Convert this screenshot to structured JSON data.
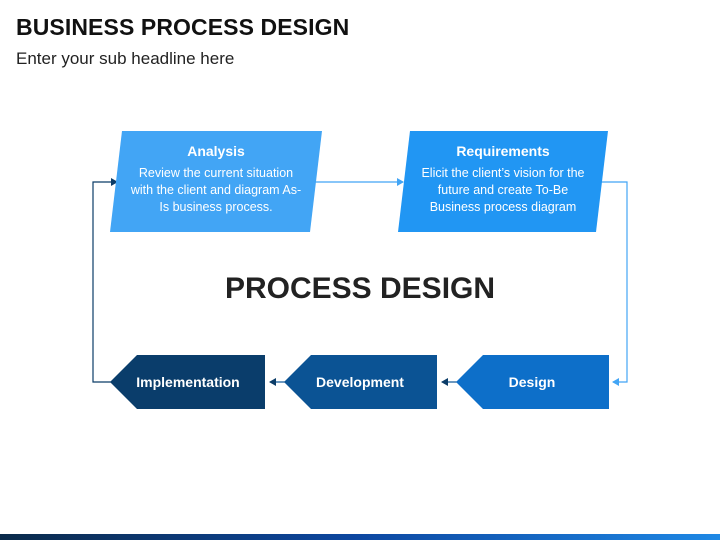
{
  "title": "BUSINESS PROCESS DESIGN",
  "subtitle": "Enter your sub headline here",
  "center_title": "PROCESS DESIGN",
  "colors": {
    "analysis": "#42A5F5",
    "requirements": "#2196F3",
    "design": "#0D6FC9",
    "development": "#0B5394",
    "implementation": "#0A3D6B",
    "connector_light": "#42A5F5",
    "connector_dark": "#0B3C68"
  },
  "steps": {
    "analysis": {
      "title": "Analysis",
      "desc": "Review the current situation with the client and diagram As-Is business process."
    },
    "requirements": {
      "title": "Requirements",
      "desc": "Elicit the client’s vision for the future and create To-Be Business process diagram"
    },
    "design": {
      "title": "Design"
    },
    "development": {
      "title": "Development"
    },
    "implementation": {
      "title": "Implementation"
    }
  }
}
